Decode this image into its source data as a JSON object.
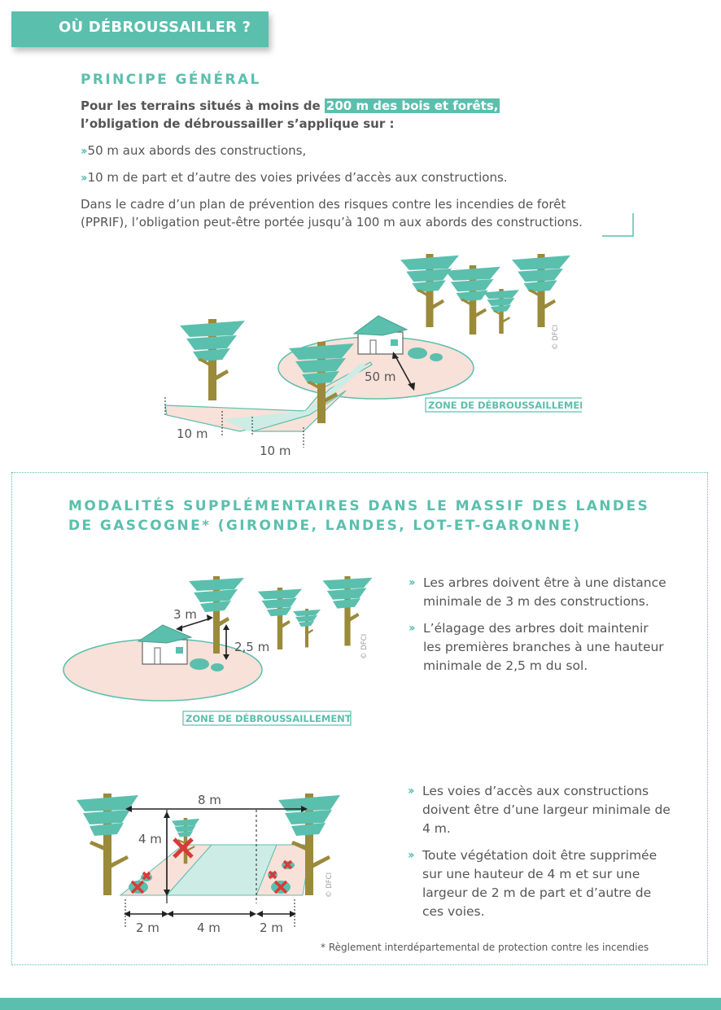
{
  "banner": {
    "title": "OÙ DÉBROUSSAILLER ?"
  },
  "section1": {
    "heading": "PRINCIPE GÉNÉRAL",
    "intro_bold_1": "Pour les terrains situés à moins de ",
    "intro_highlight": "200 m des bois et forêts,",
    "intro_bold_2": "l’obligation de débroussailler s’applique sur :",
    "bullets": [
      "50 m aux abords des constructions,",
      "10 m de part et d’autre des voies privées d’accès aux constructions."
    ],
    "paragraph_line1": "Dans le cadre d’un plan de prévention des risques contre les incendies de forêt",
    "paragraph_line2": "(PPRIF), l’obligation peut-être portée jusqu’à 100 m aux abords des constructions."
  },
  "figure1": {
    "label_50m": "50 m",
    "label_10m_a": "10 m",
    "label_10m_b": "10 m",
    "zone_label": "ZONE DE DÉBROUSSAILLEMENT",
    "credit": "© DFCI"
  },
  "section2": {
    "heading_line1": "MODALITÉS SUPPLÉMENTAIRES DANS LE MASSIF DES LANDES",
    "heading_line2": "DE GASCOGNE* (GIRONDE, LANDES, LOT-ET-GARONNE)",
    "bullets_a": [
      {
        "line1": "Les arbres doivent être à une distance",
        "line2": "minimale de 3 m des constructions."
      },
      {
        "line1": "L’élagage des arbres doit maintenir",
        "line2": "les premières branches à une hauteur",
        "line3": "minimale de 2,5 m du sol."
      }
    ],
    "bullets_b": [
      {
        "line1": "Les voies d’accès aux constructions",
        "line2": "doivent être d’une largeur minimale de",
        "line3": "4 m."
      },
      {
        "line1": "Toute végétation doit être supprimée",
        "line2": "sur une hauteur de 4 m et sur une",
        "line3": "largeur de 2 m de part et d’autre de",
        "line4": "ces voies."
      }
    ],
    "footnote": "* Règlement interdépartemental de protection contre les incendies"
  },
  "figure2": {
    "label_3m": "3 m",
    "label_25m": "2,5 m",
    "zone_label": "ZONE DE DÉBROUSSAILLEMENT",
    "credit": "© DFCI"
  },
  "figure3": {
    "label_8m": "8 m",
    "label_4m_v": "4 m",
    "label_2m_a": "2 m",
    "label_4m_h": "4 m",
    "label_2m_b": "2 m",
    "credit": "© DFCI"
  },
  "colors": {
    "teal": "#5bbfad",
    "trunk": "#9a8a3a",
    "zone": "#f8e1d8",
    "road": "#cdece5",
    "text": "#555555",
    "cross": "#d83a3a"
  }
}
